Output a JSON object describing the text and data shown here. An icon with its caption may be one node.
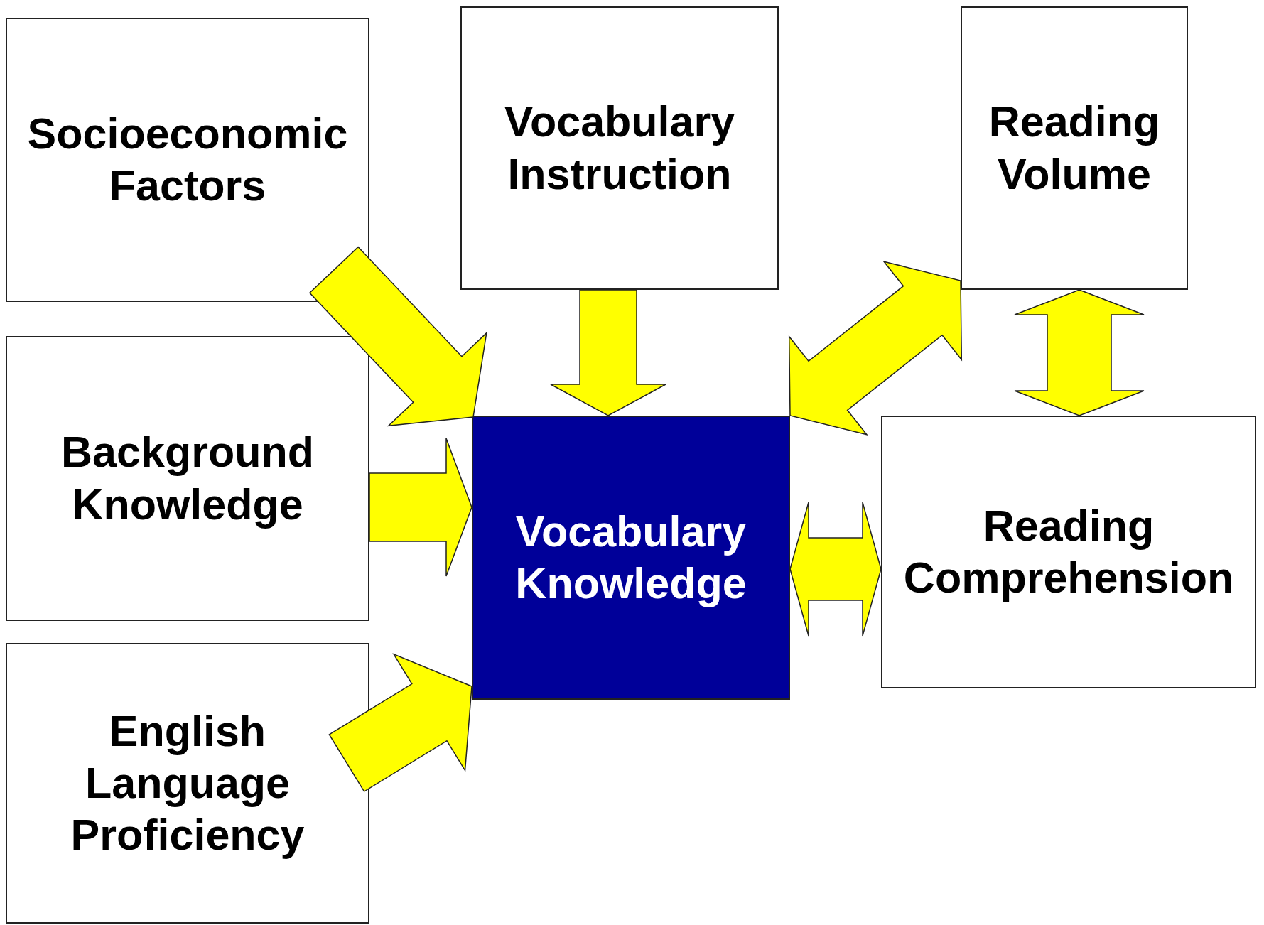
{
  "diagram": {
    "nodes": [
      {
        "text": [
          "Socioeconomic Factors"
        ]
      },
      {
        "text": [
          "Vocabulary Instruction"
        ]
      },
      {
        "text": [
          "Reading Volume"
        ]
      },
      {
        "text": [
          "Background Knowledge"
        ]
      },
      {
        "text": [
          "Vocabulary Knowledge"
        ]
      },
      {
        "text": [
          "Reading Comprehension"
        ]
      },
      {
        "text": [
          "English Language Proficiency"
        ]
      }
    ],
    "edges": [
      {
        "from": 0,
        "to": 4,
        "arrow": "to"
      },
      {
        "from": 1,
        "to": 4,
        "arrow": "to"
      },
      {
        "from": 3,
        "to": 4,
        "arrow": "to"
      },
      {
        "from": 6,
        "to": 4,
        "arrow": "to"
      },
      {
        "from": 4,
        "to": 2,
        "arrow": "both"
      },
      {
        "from": 2,
        "to": 5,
        "arrow": "both"
      },
      {
        "from": 4,
        "to": 5,
        "arrow": "both"
      }
    ]
  }
}
